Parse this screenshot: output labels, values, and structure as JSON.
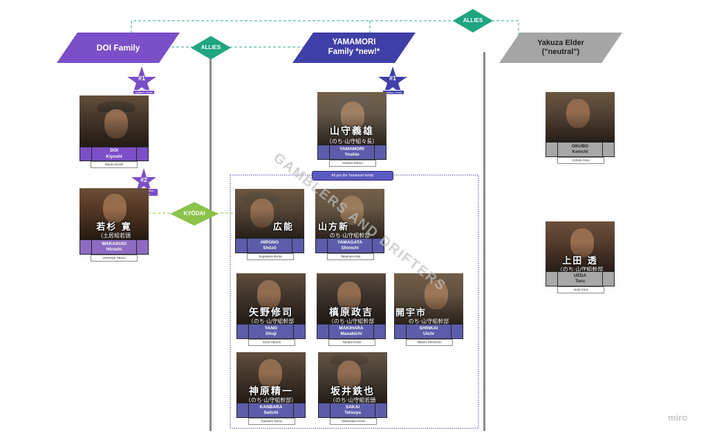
{
  "headers": {
    "doi": "DOI Family",
    "yamamori_line1": "YAMAMORI",
    "yamamori_line2": "Family *new!*",
    "elder_line1": "Yakuza Elder",
    "elder_line2": "(\"neutral\")"
  },
  "connectors": {
    "allies_top": "ALLIES",
    "allies_left": "ALLIES",
    "kyodai": "KYŌDAI"
  },
  "group_note": "All join the Yamamori family",
  "watermark": "GAMBLERS AND DRIFTERS",
  "brand": "miro",
  "ranks": {
    "doi_rank": "#1",
    "doi_role": "oyabun / boss",
    "wakasugi_rank": "#2",
    "wakasugi_role": "wakagashira / captain",
    "yamamori_rank": "#1",
    "yamamori_role": "oyabun / boss"
  },
  "colors": {
    "doi_purple": "#7b4fc8",
    "yamamori_blue": "#3f3fa8",
    "elder_gray": "#9e9e9e",
    "allies_green": "#1fa57f",
    "kyodai_green": "#8bc34a",
    "bar_purple": "#8d6bc2",
    "bar_blue": "#5c5caa",
    "bar_gray": "#a8a8a8"
  },
  "characters": {
    "doi": {
      "name1": "DOI",
      "name2": "Kiyoshi",
      "actor": "Nawa Hiroshi",
      "kanji": "",
      "kanji_sub": ""
    },
    "wakasugi": {
      "name1": "WAKASUGI",
      "name2": "Hiroshi",
      "actor": "Umemiya Tatsuo",
      "kanji": "若杉 寛",
      "kanji_sub": "（土居組若頭"
    },
    "yamamori": {
      "name1": "YAMAMORI",
      "name2": "Yoshio",
      "actor": "Kaneko Nobuo",
      "kanji": "山守義雄",
      "kanji_sub": "（のち·山守組々長）"
    },
    "hirono": {
      "name1": "HIRONO",
      "name2": "Shōzō",
      "actor": "Sugawara Bunta",
      "kanji": "広能",
      "kanji_sub": ""
    },
    "yamagata": {
      "name1": "YAMAGATA",
      "name2": "Shinichi",
      "actor": "Takamiya Keiji",
      "kanji": "山方新",
      "kanji_sub": "のち·山守組幹部"
    },
    "yano": {
      "name1": "YANO",
      "name2": "Shuji",
      "actor": "Sone Harumi",
      "kanji": "矢野修司",
      "kanji_sub": "（のち·山守組幹部"
    },
    "makihara": {
      "name1": "MAKIHARA",
      "name2": "Masakichi",
      "actor": "Tanaka Kunie",
      "kanji": "槙原政吉",
      "kanji_sub": "（のち·山守組幹部"
    },
    "shinkai": {
      "name1": "SHINKAI",
      "name2": "Uichi",
      "actor": "Mikami Shinichiro",
      "kanji": "開宇市",
      "kanji_sub": "のち·山守組幹部"
    },
    "kanbara": {
      "name1": "KANBARA",
      "name2": "Seiichi",
      "actor": "Kawachi Tamio",
      "kanji": "神原精一",
      "kanji_sub": "（のち·山守組幹部）"
    },
    "sakai": {
      "name1": "SAKAI",
      "name2": "Tetsuya",
      "actor": "Matsukata Hiroki",
      "kanji": "坂井鉄也",
      "kanji_sub": "（のち·山守組若頭"
    },
    "okubo": {
      "name1": "OKUBO",
      "name2": "Kenichi",
      "actor": "Uchida Asao",
      "kanji": "",
      "kanji_sub": ""
    },
    "ueda": {
      "name1": "UEDA",
      "name2": "Toru",
      "actor": "Isuki Gorō",
      "kanji": "上田 透",
      "kanji_sub": "（のち·山守組幹部"
    }
  }
}
